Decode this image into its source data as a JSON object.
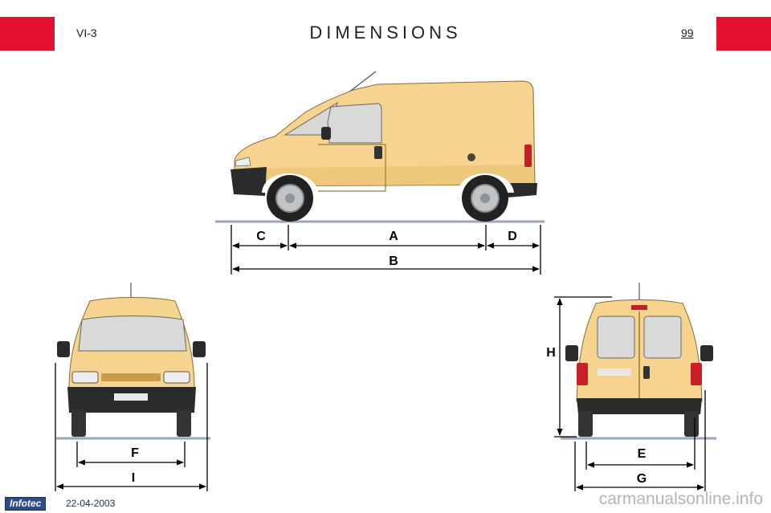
{
  "header": {
    "section": "VI-3",
    "title": "DIMENSIONS",
    "page_number": "99"
  },
  "dimension_labels": {
    "a": "A",
    "b": "B",
    "c": "C",
    "d": "D",
    "e": "E",
    "f": "F",
    "g": "G",
    "h": "H",
    "i": "I"
  },
  "footer": {
    "badge": "Infotec",
    "date": "22-04-2003",
    "watermark": "carmanualsonline.info"
  },
  "colors": {
    "accent_red": "#e3102f",
    "van_body": "#f6d48f",
    "van_shadow": "#e8bd6a",
    "badge_blue": "#2d4a8a",
    "text_blue": "#1c2e5a"
  }
}
